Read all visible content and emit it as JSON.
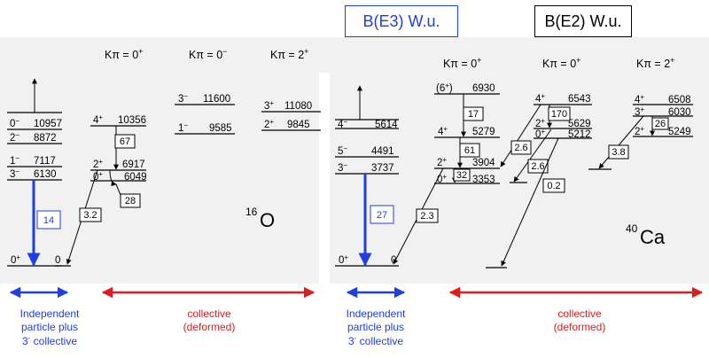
{
  "titles": {
    "be3": "B(E3) W.u.",
    "be2": "B(E2) W.u."
  },
  "colors": {
    "blue": "#1f3fe0",
    "red": "#e01b1b",
    "black": "#000000",
    "panel": "#f1f1f1"
  },
  "kpi": {
    "o1": "Kπ = 0",
    "o1s": "+",
    "o2": "Kπ = 0",
    "o2s": "−",
    "o3": "Kπ = 2",
    "o3s": "+",
    "c1": "Kπ = 0",
    "c1s": "+",
    "c2": "Kπ = 0",
    "c2s": "+",
    "c3": "Kπ = 2",
    "c3s": "+"
  },
  "o16": {
    "nucleus": "O",
    "mass": "16",
    "sp": {
      "l1": "0",
      "l1s": "−",
      "e1": "10957",
      "l2": "2",
      "l2s": "−",
      "e2": "8872",
      "l3": "1",
      "l3s": "−",
      "e3": "7117",
      "l4": "3",
      "l4s": "−",
      "e4": "6130",
      "gs": "0",
      "gss": "+"
    },
    "band0p": {
      "l1": "4",
      "l1s": "+",
      "e1": "10356",
      "l2": "2",
      "l2s": "+",
      "e2": "6917",
      "l3": "0",
      "l3s": "+",
      "e3": "6049",
      "gse": "0"
    },
    "band0m": {
      "l1": "3",
      "l1s": "−",
      "e1": "11600",
      "l2": "1",
      "l2s": "−",
      "e2": "9585"
    },
    "band2p": {
      "l1": "3",
      "l1s": "+",
      "e1": "11080",
      "l2": "2",
      "l2s": "+",
      "e2": "9845"
    },
    "bvals": {
      "e3": "14",
      "b67": "67",
      "b28": "28",
      "b32": "3.2"
    }
  },
  "ca40": {
    "nucleus": "Ca",
    "mass": "40",
    "sp": {
      "l1": "4",
      "l1s": "−",
      "e1": "5614",
      "l2": "5",
      "l2s": "−",
      "e2": "4491",
      "l3": "3",
      "l3s": "−",
      "e3": "3737",
      "gs": "0",
      "gss": "+",
      "gse": "0"
    },
    "band1": {
      "l1": "(6",
      "l1s": "+",
      "l1c": ")",
      "e1": "6930",
      "l2": "4",
      "l2s": "+",
      "e2": "5279",
      "l3": "2",
      "l3s": "+",
      "e3": "3904",
      "l4": "0",
      "l4s": "+",
      "e4": "3353"
    },
    "band2": {
      "l1": "4",
      "l1s": "+",
      "e1": "6543",
      "l2": "2",
      "l2s": "+",
      "e2": "5629",
      "l3": "0",
      "l3s": "+",
      "e3": "5212"
    },
    "band3": {
      "l1": "4",
      "l1s": "+",
      "e1": "6508",
      "l2": "3",
      "l2s": "+",
      "e2": "6030",
      "l3": "2",
      "l3s": "+",
      "e3": "5249"
    },
    "bvals": {
      "e3": "27",
      "b17": "17",
      "b61": "61",
      "b32": "32",
      "b23": "2.3",
      "b170": "170",
      "b26a": "2.6",
      "b26b": "2.6",
      "b02": "0.2",
      "b26c": "26",
      "b38": "3.8"
    }
  },
  "bottom": {
    "indep1": "Independent",
    "indep2": "particle plus",
    "indep3": "3",
    "indep3s": "-",
    "indep3e": " collective",
    "coll1": "collective",
    "coll2": "(deformed)"
  }
}
